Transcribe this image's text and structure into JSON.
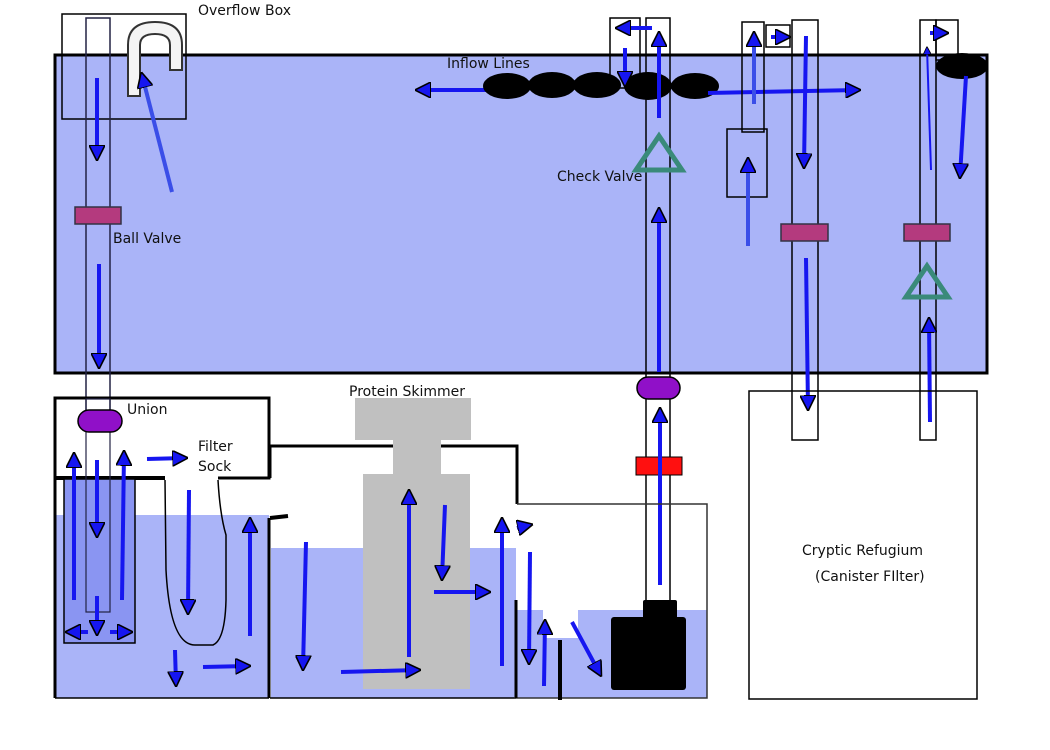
{
  "labels": {
    "overflow_box": "Overflow Box",
    "inflow_lines": "Inflow Lines",
    "check_valve": "Check Valve",
    "ball_valve": "Ball Valve",
    "union": "Union",
    "filter_sock_line1": "Filter",
    "filter_sock_line2": "Sock",
    "protein_skimmer": "Protein Skimmer",
    "cryptic_refugium_line1": "Cryptic Refugium",
    "cryptic_refugium_line2": "(Canister FIlter)"
  },
  "colors": {
    "water": "#aab4f8",
    "water_dark": "#8a95f2",
    "arrow": "#1616f0",
    "arrow_light": "#3a4ee8",
    "ball_valve": "#b43a7e",
    "union": "#9010c8",
    "check_valve": "#3a8a7a",
    "pump_red": "#ff1010",
    "skimmer": "#c0c0c0",
    "outline": "#000000"
  }
}
